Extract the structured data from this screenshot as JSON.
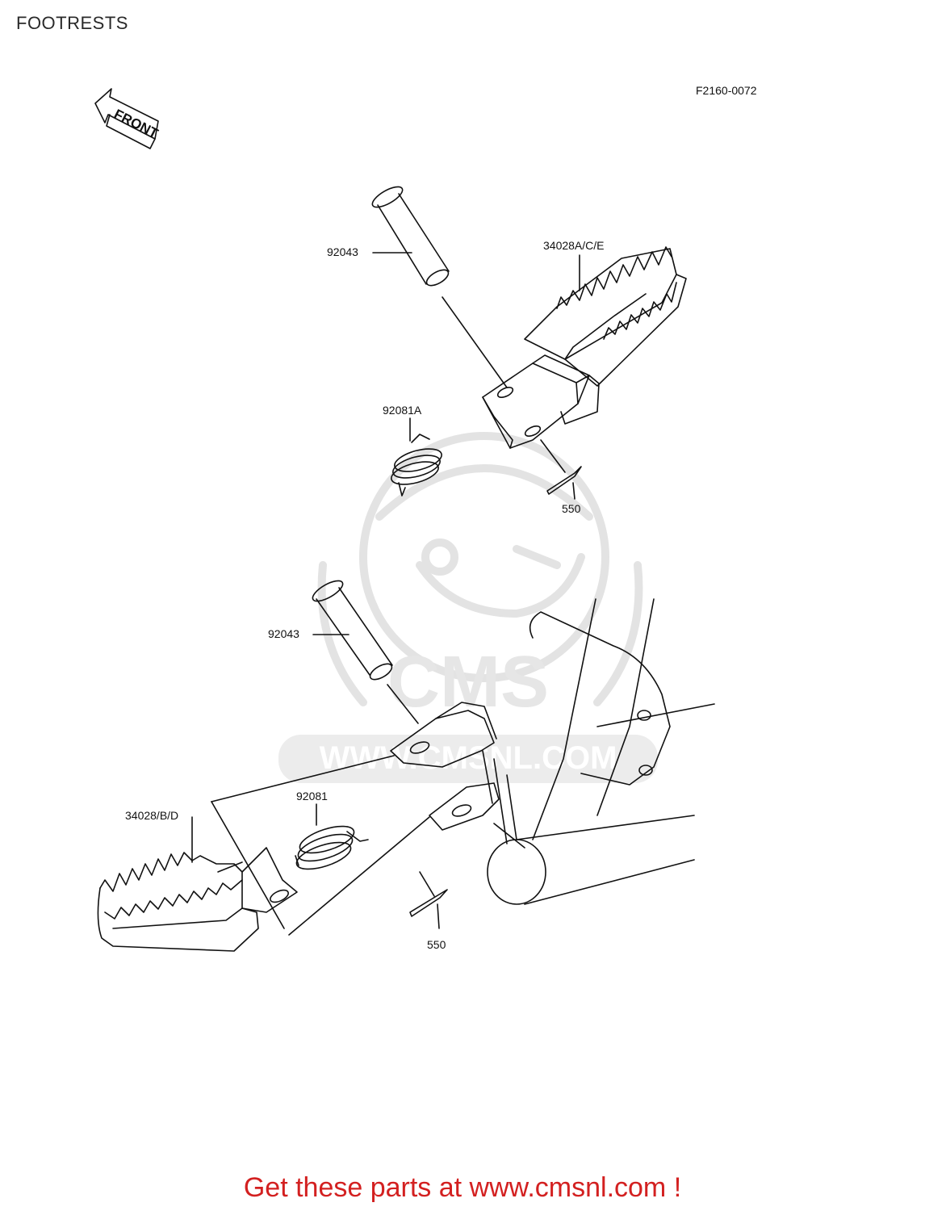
{
  "page": {
    "title": "FOOTRESTS",
    "figure_code": "F2160-0072",
    "front_arrow_label": "FRONT"
  },
  "watermark": {
    "logo_text": "CMS",
    "url_text": "WWW.CMSNL.COM"
  },
  "callouts": {
    "upper_pin": "92043",
    "upper_footrest": "34028A/C/E",
    "upper_spring": "92081A",
    "upper_cotter_pin": "550",
    "lower_pin": "92043",
    "lower_footrest": "34028/B/D",
    "lower_spring": "92081",
    "lower_cotter_pin": "550"
  },
  "footer": {
    "text": "Get these parts at www.cmsnl.com !"
  },
  "colors": {
    "footer_text": "#d32020",
    "line_art": "#111111",
    "watermark": "#e3e3e3"
  }
}
